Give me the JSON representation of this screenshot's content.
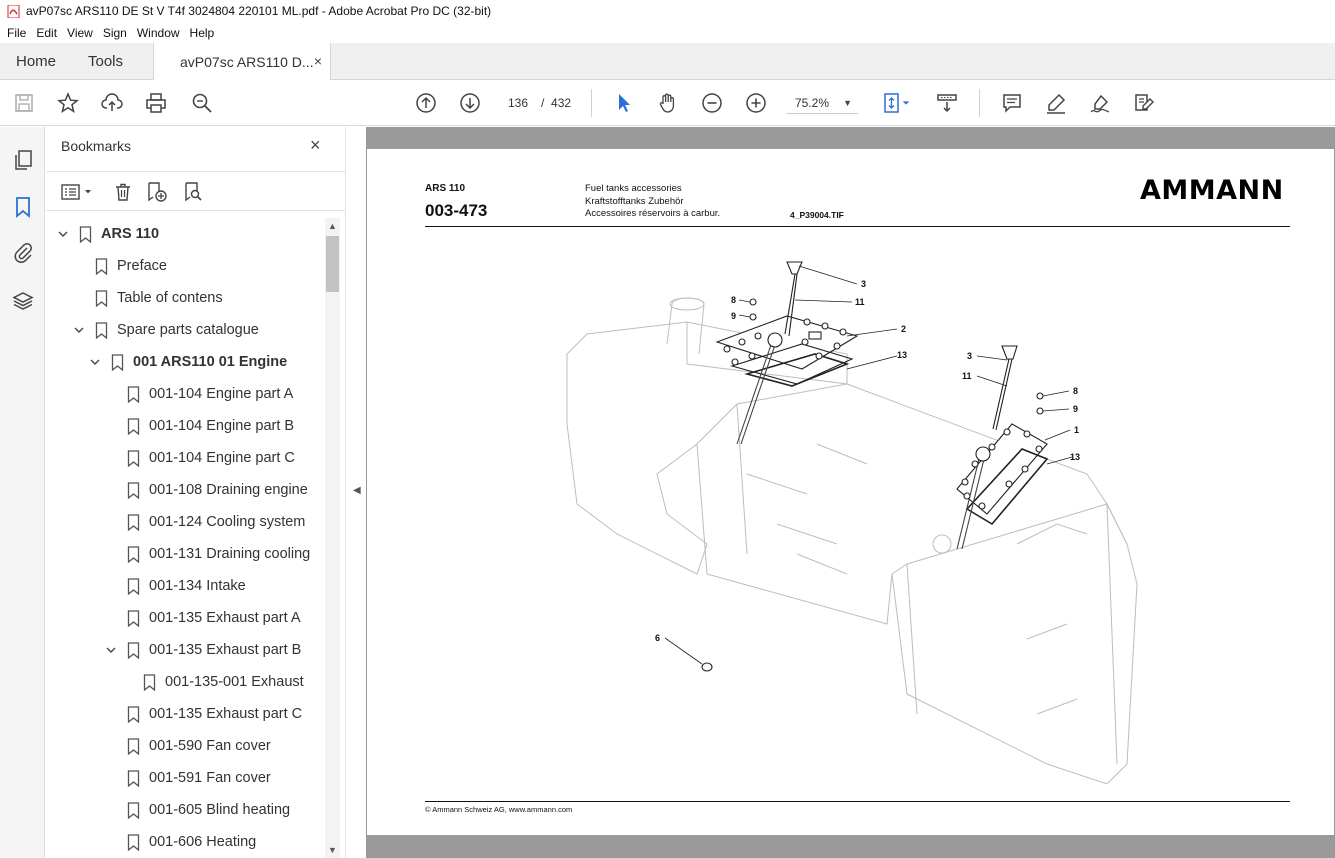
{
  "window": {
    "title": "avP07sc ARS110 DE St V T4f 3024804 220101 ML.pdf - Adobe Acrobat Pro DC (32-bit)"
  },
  "menu": [
    "File",
    "Edit",
    "View",
    "Sign",
    "Window",
    "Help"
  ],
  "tabs": {
    "home": "Home",
    "tools": "Tools",
    "document": "avP07sc ARS110 D...",
    "close_glyph": "×"
  },
  "toolbar": {
    "current_page": "136",
    "page_separator": "/",
    "total_pages": "432",
    "zoom": "75.2%"
  },
  "bookmarks": {
    "title": "Bookmarks",
    "items": [
      {
        "label": "ARS 110",
        "level": 0,
        "expanded": true,
        "bold": true
      },
      {
        "label": "Preface",
        "level": 1
      },
      {
        "label": "Table of contens",
        "level": 1
      },
      {
        "label": "Spare parts catalogue",
        "level": 1,
        "expanded": true
      },
      {
        "label": "001 ARS110 01 Engine",
        "level": 2,
        "expanded": true,
        "bold": true
      },
      {
        "label": "001-104 Engine part A",
        "level": 3
      },
      {
        "label": "001-104 Engine part B",
        "level": 3
      },
      {
        "label": "001-104 Engine part C",
        "level": 3
      },
      {
        "label": "001-108 Draining engine",
        "level": 3
      },
      {
        "label": "001-124 Cooling system",
        "level": 3
      },
      {
        "label": "001-131 Draining cooling",
        "level": 3
      },
      {
        "label": "001-134 Intake",
        "level": 3
      },
      {
        "label": "001-135 Exhaust part A",
        "level": 3
      },
      {
        "label": "001-135 Exhaust part B",
        "level": 3,
        "expanded": true
      },
      {
        "label": "001-135-001 Exhaust",
        "level": 4
      },
      {
        "label": "001-135 Exhaust part C",
        "level": 3
      },
      {
        "label": "001-590 Fan cover",
        "level": 3
      },
      {
        "label": "001-591 Fan cover",
        "level": 3
      },
      {
        "label": "001-605 Blind heating",
        "level": 3
      },
      {
        "label": "001-606 Heating",
        "level": 3
      }
    ]
  },
  "document_page": {
    "model": "ARS 110",
    "code": "003-473",
    "title_en": "Fuel tanks accessories",
    "title_de": "Kraftstofftanks Zubehör",
    "title_fr": "Accessoires réservoirs à carbur.",
    "file_ref": "4_P39004.TIF",
    "logo": "AMMANN",
    "footer": "© Ammann Schweiz AG, www.ammann.com",
    "callouts": [
      "3",
      "11",
      "8",
      "9",
      "2",
      "13",
      "3",
      "11",
      "8",
      "9",
      "1",
      "13",
      "6"
    ]
  },
  "colors": {
    "accent_blue": "#2d6fd6",
    "doc_background": "#9a9a9a",
    "tab_strip": "#f0f0f0",
    "pdf_icon_red": "#d9242a"
  }
}
